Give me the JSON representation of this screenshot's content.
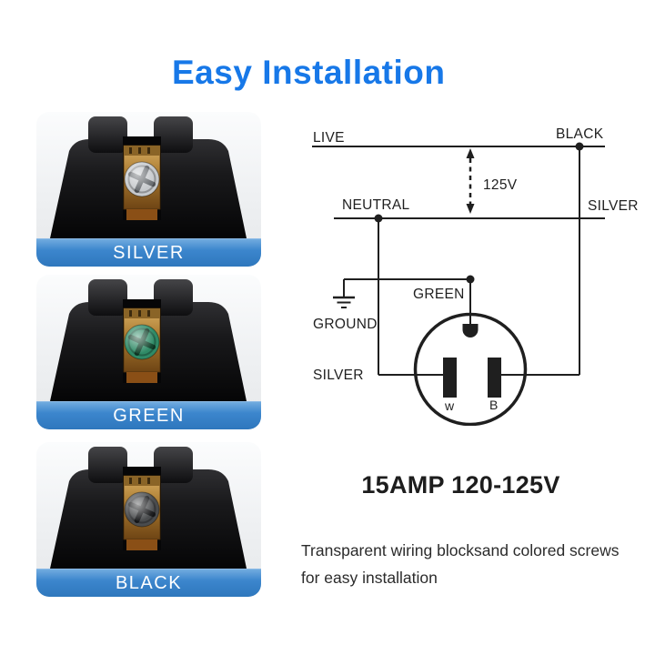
{
  "title": {
    "text": "Easy Installation",
    "color": "#1778e8"
  },
  "photo_cards": [
    {
      "name": "silver",
      "label": "SILVER",
      "screw_color": "#c6c9cc",
      "screw_shade": "#6a6e72"
    },
    {
      "name": "green",
      "label": "GREEN",
      "screw_color": "#2f8a66",
      "screw_shade": "#14462f"
    },
    {
      "name": "black",
      "label": "BLACK",
      "screw_color": "#4a4c4e",
      "screw_shade": "#1d1e20"
    }
  ],
  "banner": {
    "color_top": "#71abdf",
    "color_bottom": "#2e77bd",
    "text_color": "#ffffff"
  },
  "diagram": {
    "live": "LIVE",
    "black": "BLACK",
    "voltage": "125V",
    "neutral": "NEUTRAL",
    "silver_right": "SILVER",
    "green": "GREEN",
    "ground": "GROUND",
    "silver_left": "SILVER",
    "blade_w": "w",
    "blade_b": "B",
    "line_color": "#1f1f1f"
  },
  "spec": {
    "rating": "15AMP 120-125V"
  },
  "description": {
    "line1": "Transparent wiring blocksand colored screws",
    "line2": "for easy installation"
  }
}
